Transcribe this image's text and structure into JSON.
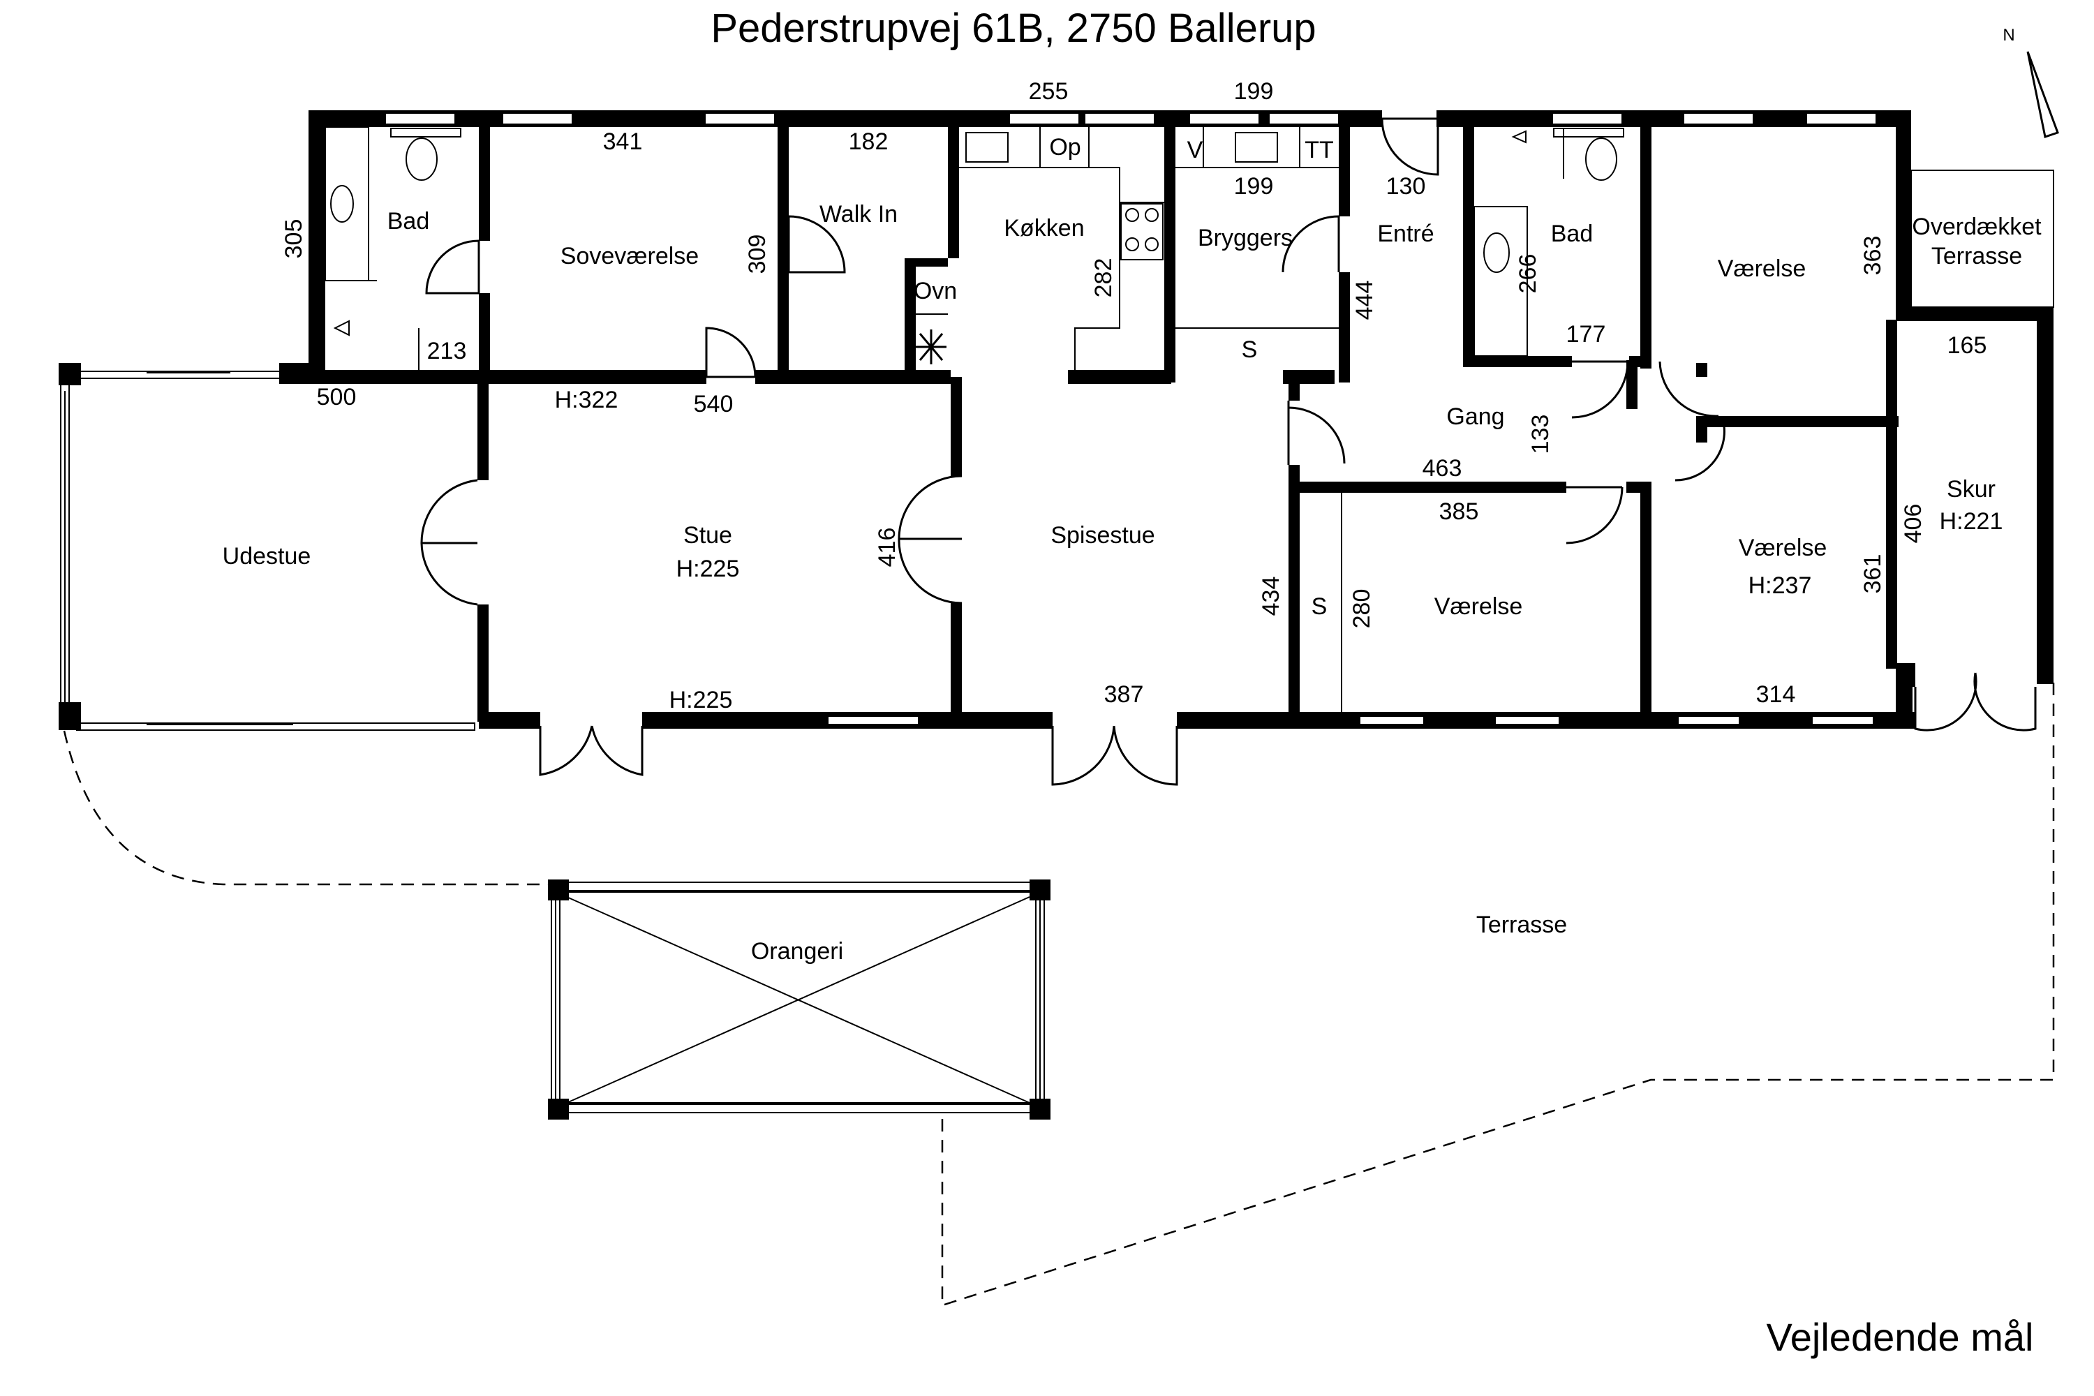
{
  "title": "Pederstrupvej 61B, 2750 Ballerup",
  "note": "Vejledende mål",
  "compass": "N",
  "rooms": {
    "bad_left": "Bad",
    "sovevaerelse": "Soveværelse",
    "walk_in": "Walk In",
    "koekken": "Køkken",
    "bryggers": "Bryggers",
    "entre": "Entré",
    "bad_right": "Bad",
    "vaerelse_ne": "Værelse",
    "overdaekket_1": "Overdækket",
    "overdaekket_2": "Terrasse",
    "udestue": "Udestue",
    "stue": "Stue",
    "stue_h": "H:225",
    "spisestue": "Spisestue",
    "gang": "Gang",
    "vaerelse_mid": "Værelse",
    "vaerelse_se": "Værelse",
    "vaerelse_se_h": "H:237",
    "skur": "Skur",
    "skur_h": "H:221",
    "orangeri": "Orangeri",
    "terrasse": "Terrasse"
  },
  "fixtures": {
    "op": "Op",
    "ovn": "Ovn",
    "v": "V",
    "tt": "TT",
    "s_bryggers": "S",
    "s_vaerelse": "S"
  },
  "dims": {
    "d255": "255",
    "d199_top": "199",
    "d341": "341",
    "d182": "182",
    "d199_in": "199",
    "d130": "130",
    "d305": "305",
    "d309": "309",
    "d282": "282",
    "d444": "444",
    "d266": "266",
    "d363": "363",
    "d213": "213",
    "d177": "177",
    "d165": "165",
    "d500": "500",
    "h322": "H:322",
    "d540": "540",
    "d133": "133",
    "d463": "463",
    "d385": "385",
    "d416": "416",
    "d434": "434",
    "d280": "280",
    "d406": "406",
    "d361": "361",
    "h225_bottom": "H:225",
    "d387": "387",
    "d314": "314"
  }
}
